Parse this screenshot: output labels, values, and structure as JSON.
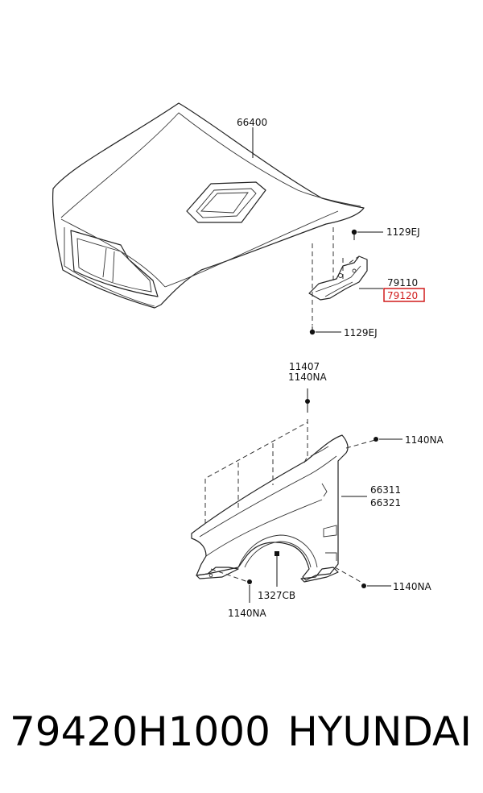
{
  "labels": {
    "hood": "66400",
    "hood_bolt_top": "1129EJ",
    "hinge_lh": "79110",
    "hinge_rh": "79120",
    "hood_bolt_bottom": "1129EJ",
    "fender_bolt_a": "11407",
    "fender_bolt_b": "1140NA",
    "fender_side_bolt": "1140NA",
    "fender_lh": "66311",
    "fender_rh": "66321",
    "fender_rear_bolt": "1140NA",
    "fender_clip": "1327CB",
    "fender_front_bolt": "1140NA"
  },
  "highlight": {
    "part": "79120",
    "color": "#d01b1b"
  },
  "footer": {
    "part_number": "79420H1000",
    "brand": "HYUNDAI"
  }
}
